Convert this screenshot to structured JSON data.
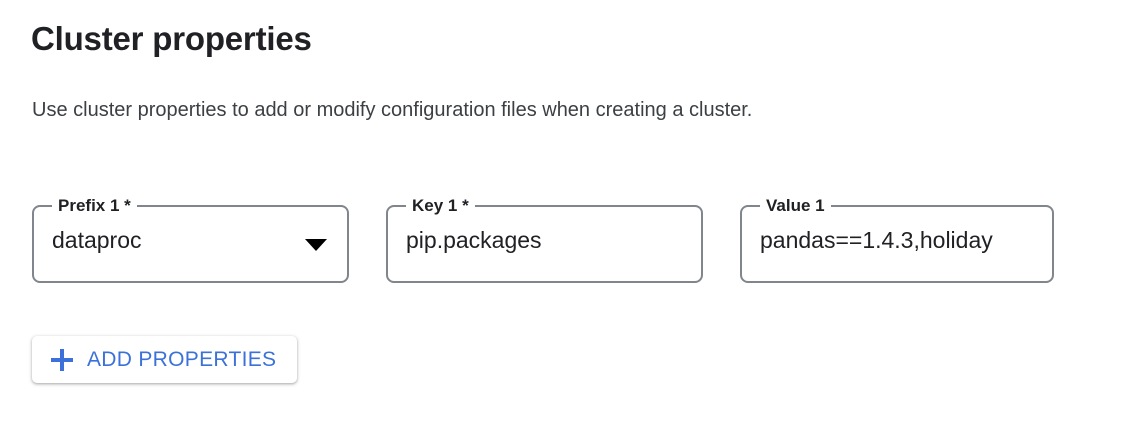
{
  "page": {
    "title": "Cluster properties",
    "description": "Use cluster properties to add or modify configuration files when creating a cluster."
  },
  "colors": {
    "accent_blue": "#3b71d9",
    "text_primary": "#202124",
    "text_secondary": "#3c4043",
    "field_border": "#80868b",
    "background": "#ffffff"
  },
  "fields": [
    {
      "name": "prefix",
      "label": "Prefix 1 *",
      "value": "dataproc",
      "control": "select",
      "icon": "chevron-down-icon",
      "required": true
    },
    {
      "name": "key",
      "label": "Key 1 *",
      "value": "pip.packages",
      "control": "text",
      "required": true
    },
    {
      "name": "value",
      "label": "Value 1",
      "value": "pandas==1.4.3,holiday",
      "control": "text",
      "required": false
    }
  ],
  "actions": {
    "add_properties": {
      "label": "ADD PROPERTIES",
      "icon": "plus-icon"
    }
  }
}
